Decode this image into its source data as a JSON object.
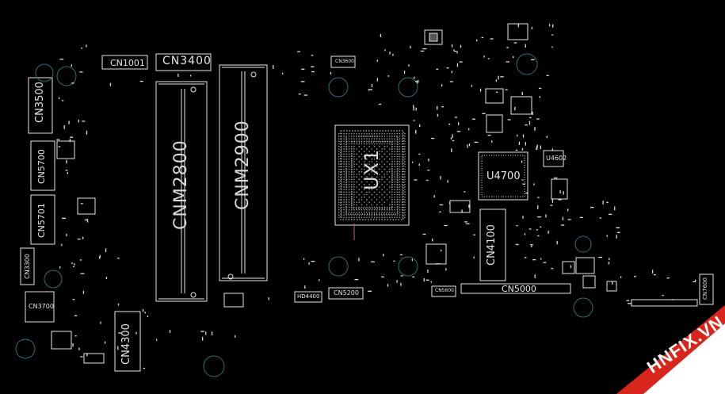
{
  "labels": {
    "cn1001": "CN1001",
    "cn3400": "CN3400",
    "cn3500": "CN3500",
    "cn5700": "CN5700",
    "cn5701": "CN5701",
    "cn4300": "CN4300",
    "cnm2800": "CNM2800",
    "cnm2900": "CNM2900",
    "ux1": "UX1",
    "u4700": "U4700",
    "u4602": "U4602",
    "cn4100": "CN4100",
    "cn5000": "CN5000",
    "cn5200": "CN5200",
    "cn5600": "CN5600",
    "cn3600": "CN3600",
    "cn7600": "CN7600",
    "hd4400": "HD4400",
    "cn3700": "CN3700",
    "cn3300": "CN3300"
  },
  "watermark": {
    "text": "HNFIX.VN",
    "colors": {
      "red": "#d9261c",
      "white": "#ffffff"
    }
  },
  "colors": {
    "background": "#000000",
    "outline": "#e6e6e6",
    "mounting_hole": "#2f6f7a",
    "pin_trace": "#c06080"
  }
}
